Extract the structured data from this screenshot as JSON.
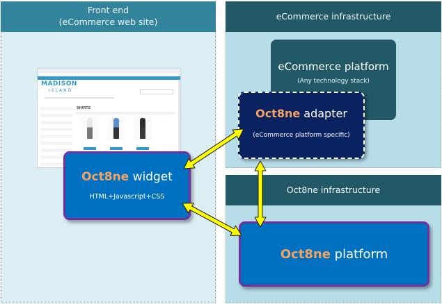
{
  "sections": {
    "front_end": {
      "title_line1": "Front end",
      "title_line2": "(eCommerce web site)"
    },
    "ecommerce_infrastructure": {
      "title": "eCommerce infrastructure"
    },
    "oct8ne_infrastructure": {
      "title": "Oct8ne infrastructure"
    }
  },
  "boxes": {
    "ecommerce_platform": {
      "title": "eCommerce platform",
      "subtitle": "(Any technology stack)"
    },
    "adapter": {
      "brand": "Oct8ne",
      "title": " adapter",
      "subtitle": "(eCommerce platform specific)"
    },
    "widget": {
      "brand": "Oct8ne",
      "title": " widget",
      "subtitle": "HTML+Javascript+CSS"
    },
    "platform": {
      "brand": "Oct8ne",
      "title": " platform"
    }
  },
  "website_mockup": {
    "logo_line1": "MADISON",
    "logo_line2": "ISLAND",
    "category": "SHIRTS"
  },
  "connections": [
    {
      "from": "widget",
      "to": "adapter",
      "type": "bidirectional"
    },
    {
      "from": "widget",
      "to": "platform",
      "type": "bidirectional"
    },
    {
      "from": "adapter",
      "to": "platform",
      "type": "bidirectional"
    }
  ],
  "colors": {
    "brand_orange": "#f4a261",
    "arrow_yellow": "#ffff00",
    "front_header": "#31849b",
    "infra_header": "#215967",
    "box_blue": "#0070c0",
    "box_border_purple": "#7030a0",
    "adapter_navy": "#0a2260"
  }
}
